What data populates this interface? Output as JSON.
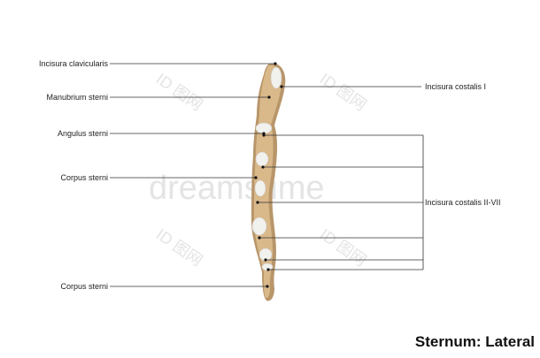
{
  "title": "Sternum: Lateral",
  "colors": {
    "bone": "#d9b88a",
    "bone_shadow": "#b8966a",
    "cartilage": "#f1f1ee",
    "line": "#333333",
    "text": "#222222"
  },
  "labels_left": [
    "Incisura clavicularis",
    "Manubrium sterni",
    "Angulus sterni",
    "Corpus sterni",
    "Corpus sterni"
  ],
  "labels_right": [
    "Incisura costalis I",
    "Incisura costalis II-VII"
  ],
  "watermark": {
    "brand": "dreamstime",
    "icon_text": "ID 图网"
  }
}
